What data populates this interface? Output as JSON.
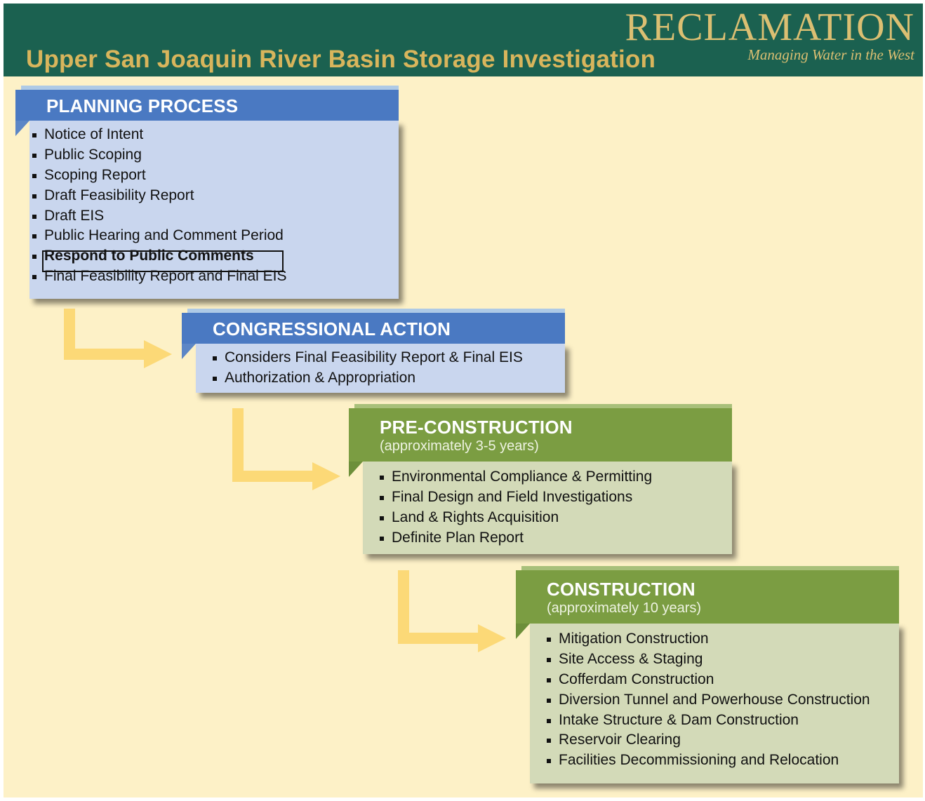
{
  "header": {
    "title": "Upper San Joaquin River Basin Storage Investigation",
    "brand_name": "RECLAMATION",
    "brand_tagline": "Managing Water in the West"
  },
  "colors": {
    "header_bg": "#1b6150",
    "gold": "#d8b55c",
    "page_bg": "#fdf1c7",
    "blue_header": "#4a79c2",
    "blue_panel": "#c9d6ee",
    "green_header": "#7b9d42",
    "green_panel": "#d3dab8",
    "arrow": "#fcd977"
  },
  "stages": [
    {
      "title": "PLANNING PROCESS",
      "items": [
        "Notice of Intent",
        "Public Scoping",
        "Scoping Report",
        "Draft Feasibility Report",
        "Draft EIS",
        "Public Hearing and Comment Period",
        "Respond to Public Comments",
        "Final Feasibility Report and Final EIS"
      ]
    },
    {
      "title": "CONGRESSIONAL ACTION",
      "items": [
        "Considers Final Feasibility Report & Final EIS",
        "Authorization & Appropriation"
      ]
    },
    {
      "title": "PRE-CONSTRUCTION",
      "subtitle": "(approximately 3-5 years)",
      "items": [
        "Environmental Compliance & Permitting",
        "Final Design and Field Investigations",
        "Land & Rights Acquisition",
        "Definite Plan Report"
      ]
    },
    {
      "title": "CONSTRUCTION",
      "subtitle": "(approximately 10 years)",
      "items": [
        "Mitigation Construction",
        "Site Access & Staging",
        "Cofferdam Construction",
        "Diversion Tunnel and Powerhouse Construction",
        "Intake Structure & Dam Construction",
        "Reservoir Clearing",
        "Facilities Decommissioning and Relocation"
      ]
    }
  ]
}
